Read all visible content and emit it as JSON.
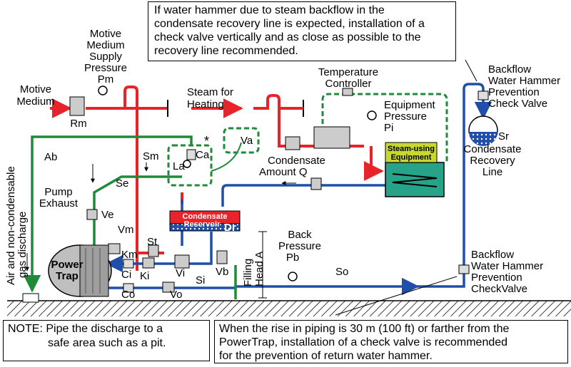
{
  "notes": {
    "top": [
      "If water hammer due to steam backflow in the",
      "condensate recovery line is expected, installation of a",
      "check valve vertically and as close as possible to the",
      "recovery line recommended."
    ],
    "bottom_left": [
      "NOTE:  Pipe the discharge to a",
      "safe area such as a pit."
    ],
    "bottom_right": [
      "When the rise in piping is 30 m (100 ft) or farther from the",
      "PowerTrap, installation of a check valve is recommended",
      "for the prevention of return water hammer."
    ]
  },
  "labels": {
    "motive_medium": [
      "Motive",
      "Medium"
    ],
    "rm": "Rm",
    "motive_supply": [
      "Motive",
      "Medium",
      "Supply",
      "Pressure",
      "Pm"
    ],
    "steam_heating": [
      "Steam for",
      "Heating"
    ],
    "temp_controller": [
      "Temperature",
      "Controller"
    ],
    "equipment_pressure": [
      "Equipment",
      "Pressure",
      "Pi"
    ],
    "backflow_top": [
      "Backflow",
      "Water Hammer",
      "Prevention",
      "Check Valve"
    ],
    "sr": "Sr",
    "condensate_recovery": [
      "Condensate",
      "Recovery",
      "Line"
    ],
    "air_gas": [
      "Air and non-condensable",
      "gas discharge"
    ],
    "ab": "Ab",
    "sm": "Sm",
    "asterisk": "*",
    "ca": "Ca",
    "la": "La",
    "va": "Va",
    "condensate_amount": [
      "Condensate",
      "Amount  Q"
    ],
    "steam_using_equipment": [
      "Steam-using",
      "Equipment"
    ],
    "se": "Se",
    "pump_exhaust": [
      "Pump",
      "Exhaust"
    ],
    "ve": "Ve",
    "condensate_reservoir": [
      "Condensate",
      "Reservoir"
    ],
    "dr": "Dr",
    "vm": "Vm",
    "km": "Km",
    "st": "St",
    "power_trap": [
      "Power",
      "Trap"
    ],
    "ci": "Ci",
    "ki": "Ki",
    "vi": "Vi",
    "si": "Si",
    "vb": "Vb",
    "co": "Co",
    "vo": "Vo",
    "filling_head": [
      "Filling",
      "Head A"
    ],
    "back_pressure": [
      "Back",
      "Pressure",
      "Pb"
    ],
    "so": "So",
    "backflow_bottom": [
      "Backflow",
      "Water Hammer",
      "Prevention",
      "CheckValve"
    ]
  },
  "colors": {
    "steam": "#e8232a",
    "condensate": "#1f4fa8",
    "exhaust": "#1e8a3a",
    "equipment_fill": "#27a38a",
    "equipment_label_bg": "#c8d82c",
    "reservoir_fill": "#e8232a"
  }
}
